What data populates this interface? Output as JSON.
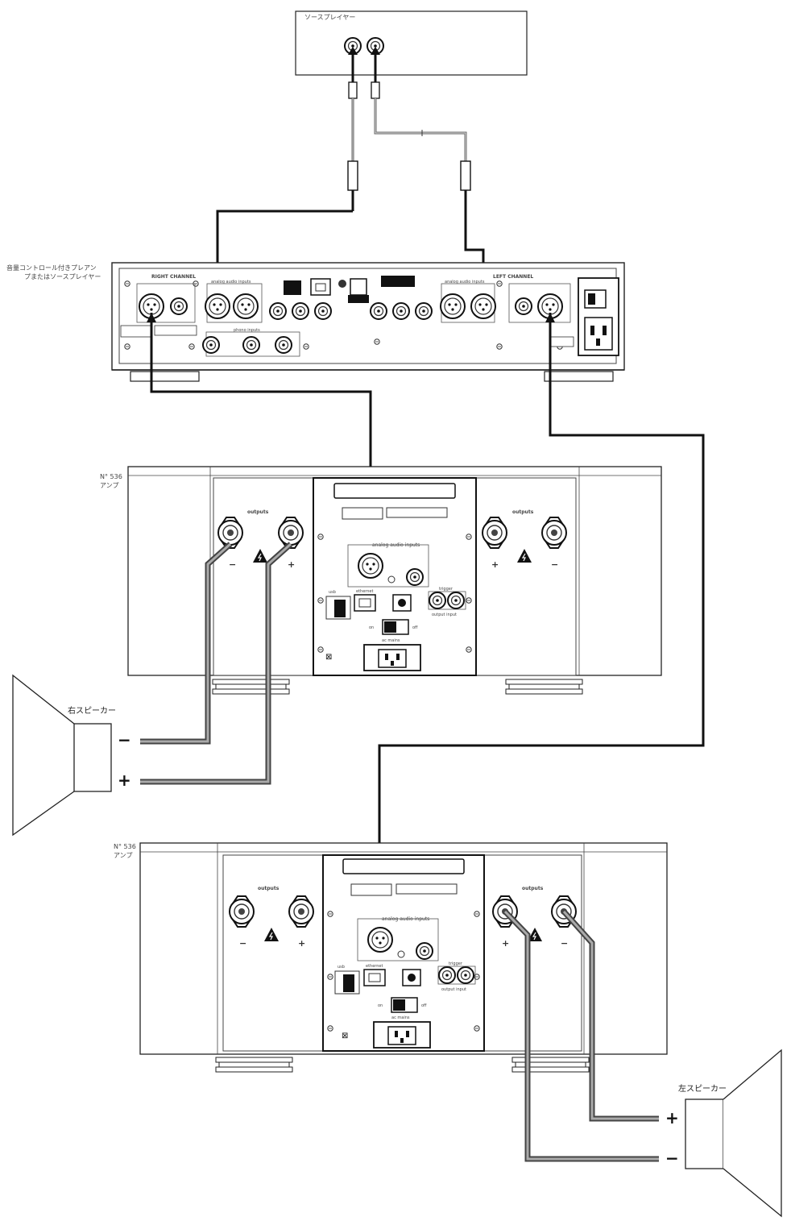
{
  "labels": {
    "source_player": "ソースプレイヤー",
    "preamp_line1": "音量コントロール付きプレアン",
    "preamp_line2": "プまたはソースプレイヤー",
    "amp1_model": "N° 536",
    "amp1_type": "アンプ",
    "amp2_model": "N° 536",
    "amp2_type": "アンプ",
    "right_speaker": "右スピーカー",
    "left_speaker": "左スピーカー"
  },
  "preamp_panel": {
    "right_channel": "RIGHT CHANNEL",
    "left_channel": "LEFT CHANNEL",
    "analog_inputs_left": "analog audio inputs",
    "analog_inputs_right": "analog audio inputs",
    "phono_inputs": "phono inputs"
  },
  "amp_panel": {
    "outputs": "outputs",
    "analog_audio_inputs": "analog audio inputs",
    "ethernet": "ethernet",
    "usb": "usb",
    "trigger": "trigger",
    "output_input": "output  input",
    "on": "on",
    "off": "off",
    "ac_mains": "ac mains"
  },
  "terminals": {
    "minus": "−",
    "plus": "+"
  }
}
